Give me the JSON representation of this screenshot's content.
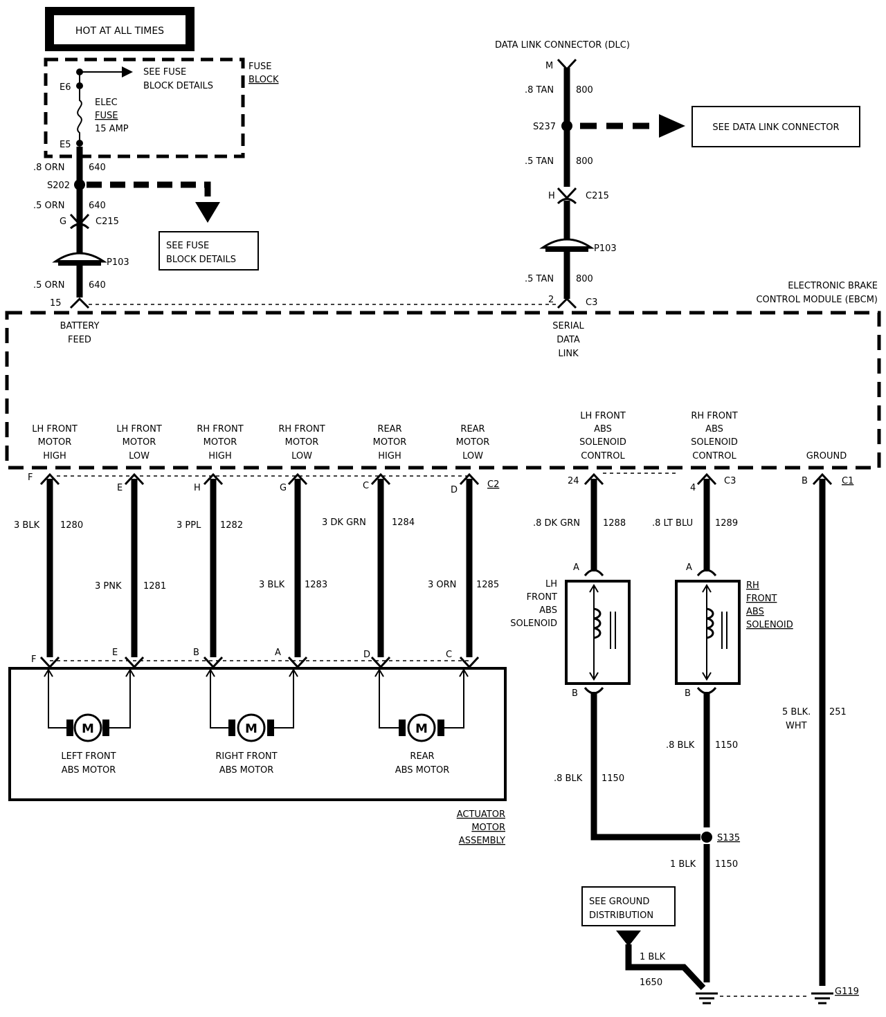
{
  "top_box": {
    "label": "HOT AT ALL TIMES"
  },
  "fuse_block": {
    "label": [
      "FUSE",
      "BLOCK"
    ],
    "see_details": [
      "SEE FUSE",
      "BLOCK DETAILS"
    ],
    "pin_top": "E6",
    "pin_bottom": "E5",
    "fuse_label": [
      "ELEC",
      "FUSE",
      "15 AMP"
    ]
  },
  "battery_circuit": {
    "wire1": {
      "gauge": ".8 ORN",
      "circuit": "640"
    },
    "splice": "S202",
    "wire2": {
      "gauge": ".5 ORN",
      "circuit": "640"
    },
    "connector_pin": "G",
    "connector": "C215",
    "passthrough": "P103",
    "wire3": {
      "gauge": ".5 ORN",
      "circuit": "640"
    },
    "ebcm_pin": "15",
    "see_box": [
      "SEE FUSE",
      "BLOCK DETAILS"
    ],
    "terminal_label": [
      "BATTERY",
      "FEED"
    ]
  },
  "dlc_circuit": {
    "title": "DATA LINK CONNECTOR (DLC)",
    "dlc_pin": "M",
    "wire1": {
      "gauge": ".8 TAN",
      "circuit": "800"
    },
    "splice": "S237",
    "see_box": "SEE DATA LINK CONNECTOR",
    "wire2": {
      "gauge": ".5 TAN",
      "circuit": "800"
    },
    "connector_pin": "H",
    "connector": "C215",
    "passthrough": "P103",
    "wire3": {
      "gauge": ".5 TAN",
      "circuit": "800"
    },
    "ebcm_pin": "2",
    "ebcm_connector": "C3",
    "terminal_label": [
      "SERIAL",
      "DATA",
      "LINK"
    ]
  },
  "ebcm": {
    "label": [
      "ELECTRONIC BRAKE",
      "CONTROL MODULE (EBCM)"
    ]
  },
  "motor_circuits": [
    {
      "terminal": [
        "LH FRONT",
        "MOTOR",
        "HIGH"
      ],
      "pin": "F",
      "gauge": "3 BLK",
      "circuit": "1280",
      "motor_pin": "F"
    },
    {
      "terminal": [
        "LH FRONT",
        "MOTOR",
        "LOW"
      ],
      "pin": "E",
      "gauge": "3 PNK",
      "circuit": "1281",
      "motor_pin": "E"
    },
    {
      "terminal": [
        "RH FRONT",
        "MOTOR",
        "HIGH"
      ],
      "pin": "H",
      "gauge": "3 PPL",
      "circuit": "1282",
      "motor_pin": "B"
    },
    {
      "terminal": [
        "RH FRONT",
        "MOTOR",
        "LOW"
      ],
      "pin": "G",
      "gauge": "3 BLK",
      "circuit": "1283",
      "motor_pin": "A"
    },
    {
      "terminal": [
        "REAR",
        "MOTOR",
        "HIGH"
      ],
      "pin": "C",
      "gauge": "3 DK GRN",
      "circuit": "1284",
      "motor_pin": "D"
    },
    {
      "terminal": [
        "REAR",
        "MOTOR",
        "LOW"
      ],
      "pin": "D",
      "gauge": "3 ORN",
      "circuit": "1285",
      "motor_pin": "C"
    }
  ],
  "motor_connector": "C2",
  "motors": [
    {
      "symbol": "M",
      "label": [
        "LEFT FRONT",
        "ABS MOTOR"
      ]
    },
    {
      "symbol": "M",
      "label": [
        "RIGHT FRONT",
        "ABS MOTOR"
      ]
    },
    {
      "symbol": "M",
      "label": [
        "REAR",
        "ABS MOTOR"
      ]
    }
  ],
  "actuator_label": [
    "ACTUATOR",
    "MOTOR",
    "ASSEMBLY"
  ],
  "solenoid_circuits": [
    {
      "terminal": [
        "LH FRONT",
        "ABS",
        "SOLENOID",
        "CONTROL"
      ],
      "pin": "24",
      "gauge": ".8 DK GRN",
      "circuit": "1288",
      "pin_a": "A",
      "pin_b": "B",
      "solenoid": [
        "LH",
        "FRONT",
        "ABS",
        "SOLENOID"
      ],
      "out_gauge": ".8 BLK",
      "out_circuit": "1150"
    },
    {
      "terminal": [
        "RH FRONT",
        "ABS",
        "SOLENOID",
        "CONTROL"
      ],
      "pin": "4",
      "connector": "C3",
      "gauge": ".8 LT BLU",
      "circuit": "1289",
      "pin_a": "A",
      "pin_b": "B",
      "solenoid": [
        "RH",
        "FRONT",
        "ABS",
        "SOLENOID"
      ],
      "out_gauge": ".8 BLK",
      "out_circuit": "1150"
    }
  ],
  "ground_circuit": {
    "terminal": "GROUND",
    "pin": "B",
    "connector": "C1",
    "gauge": [
      "5 BLK.",
      "WHT"
    ],
    "circuit": "251",
    "splice": "S135",
    "wire_after_splice": {
      "gauge": "1 BLK",
      "circuit": "1150"
    },
    "see_box": [
      "SEE GROUND",
      "DISTRIBUTION"
    ],
    "branch": {
      "gauge": "1 BLK",
      "circuit": "1650"
    },
    "ground": "G119"
  }
}
